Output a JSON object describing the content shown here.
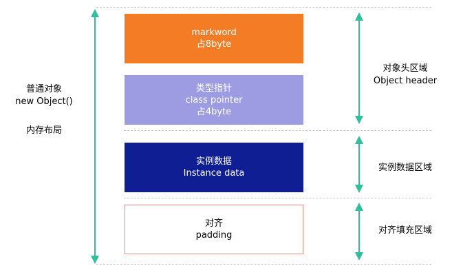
{
  "left_labels": {
    "title_line1": "普通对象",
    "title_line2": "new Object()",
    "subtitle": "内存布局"
  },
  "blocks": {
    "markword": {
      "line1": "markword",
      "line2": "占8byte",
      "fill": "#f47c25",
      "text_color": "#ffffff"
    },
    "class_pointer": {
      "line1": "类型指针",
      "line2": "class pointer",
      "line3": "占4byte",
      "fill": "#9d9be2",
      "text_color": "#ffffff"
    },
    "instance_data": {
      "line1": "实例数据",
      "line2": "Instance data",
      "fill": "#101e94",
      "text_color": "#ffffff"
    },
    "padding": {
      "line1": "对齐",
      "line2": "padding",
      "fill": "#ffffff",
      "border": "#e38780",
      "text_color": "#000000"
    }
  },
  "regions": {
    "header_line1": "对象头区域",
    "header_line2": "Object header",
    "instance": "实例数据区域",
    "padding": "对齐填充区域"
  },
  "arrow_color": "#2fbf9a"
}
